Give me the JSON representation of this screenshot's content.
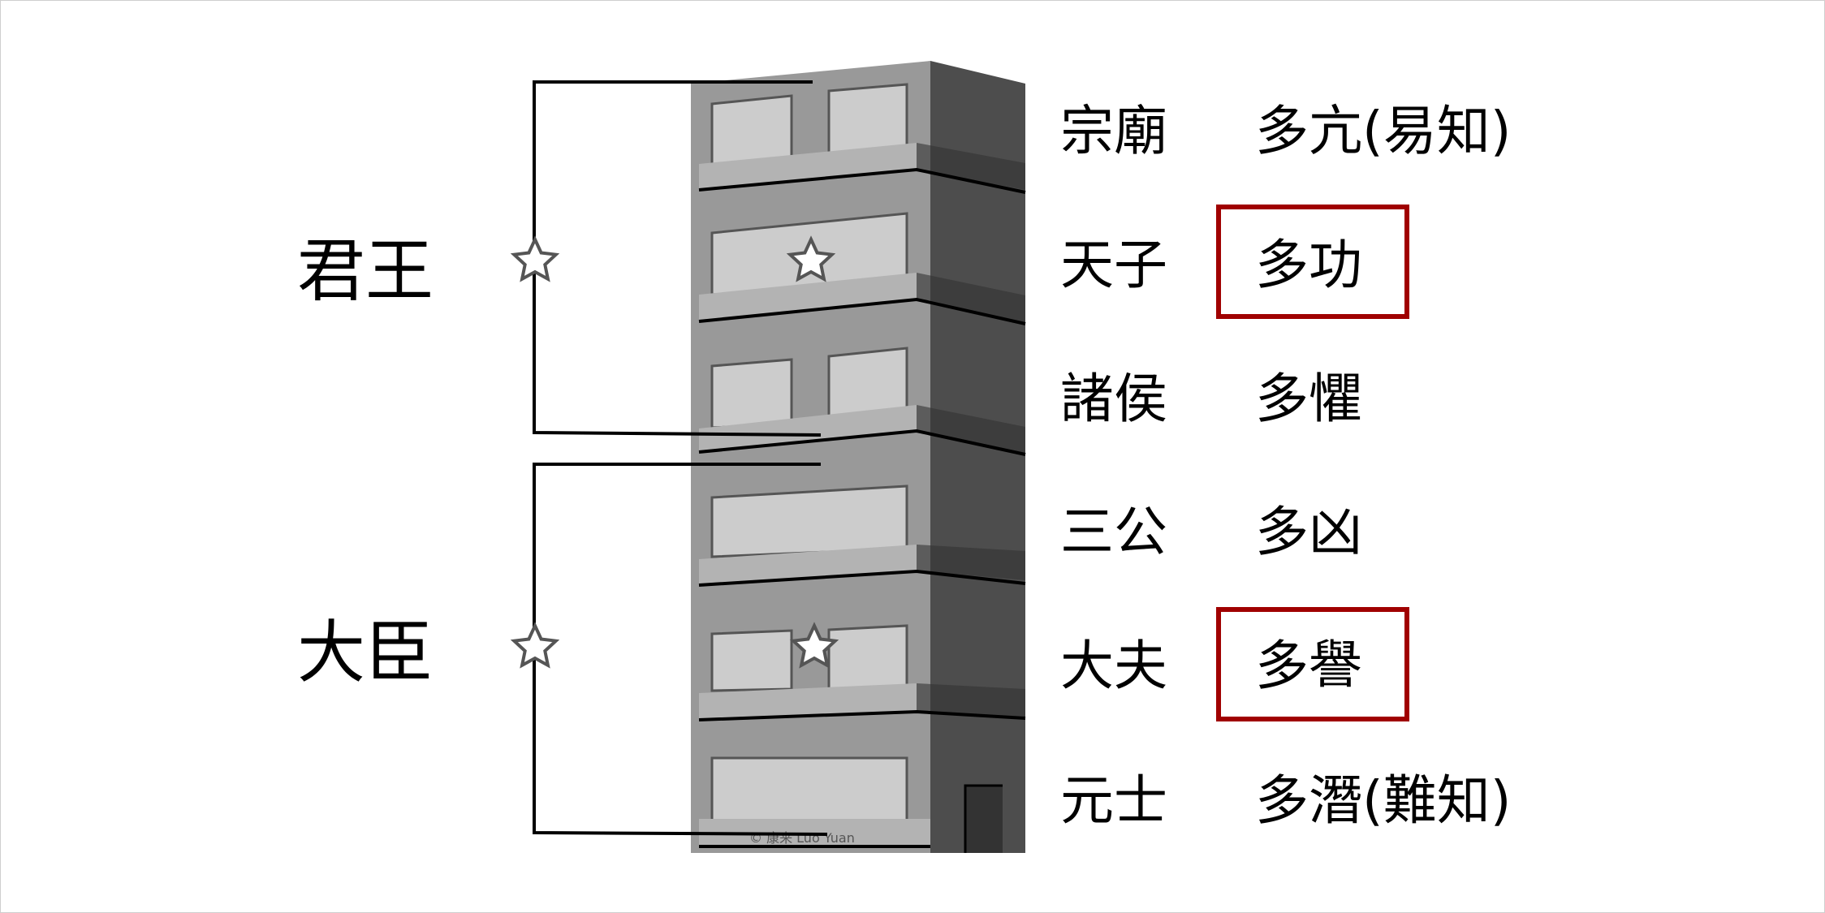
{
  "groups": {
    "upper": "君王",
    "lower": "大臣"
  },
  "ranks": [
    {
      "rank": "宗廟",
      "trait": "多亢(易知)",
      "highlighted": false
    },
    {
      "rank": "天子",
      "trait": "多功",
      "highlighted": true
    },
    {
      "rank": "諸侯",
      "trait": "多懼",
      "highlighted": false
    },
    {
      "rank": "三公",
      "trait": "多凶",
      "highlighted": false
    },
    {
      "rank": "大夫",
      "trait": "多譽",
      "highlighted": true
    },
    {
      "rank": "元士",
      "trait": "多潛(難知)",
      "highlighted": false
    }
  ],
  "watermark": "© 康来 Luo Yuan",
  "colors": {
    "highlight_box": "#a00000",
    "building_front": "#999999",
    "building_side": "#4d4d4d",
    "window": "#cccccc",
    "balcony": "#b3b3b3",
    "star_stroke": "#555555"
  },
  "icons": {
    "star": "star-outline-icon"
  }
}
